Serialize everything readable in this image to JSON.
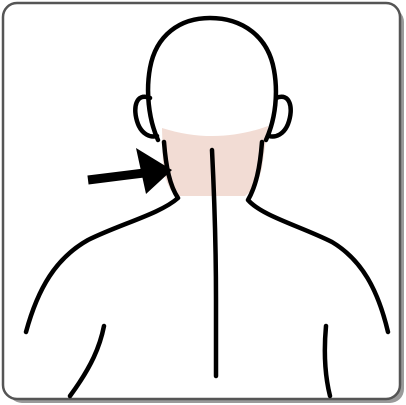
{
  "illustration": {
    "subject": "back-of-head-neck-shoulders",
    "highlight_region": "upper-neck",
    "indicator": "arrow-pointing-right",
    "colors": {
      "background": "#ffffff",
      "frame_border": "#555555",
      "frame_shadow": "#9a9a9a",
      "outline": "#000000",
      "skin_highlight": "#f2dcd4"
    }
  }
}
